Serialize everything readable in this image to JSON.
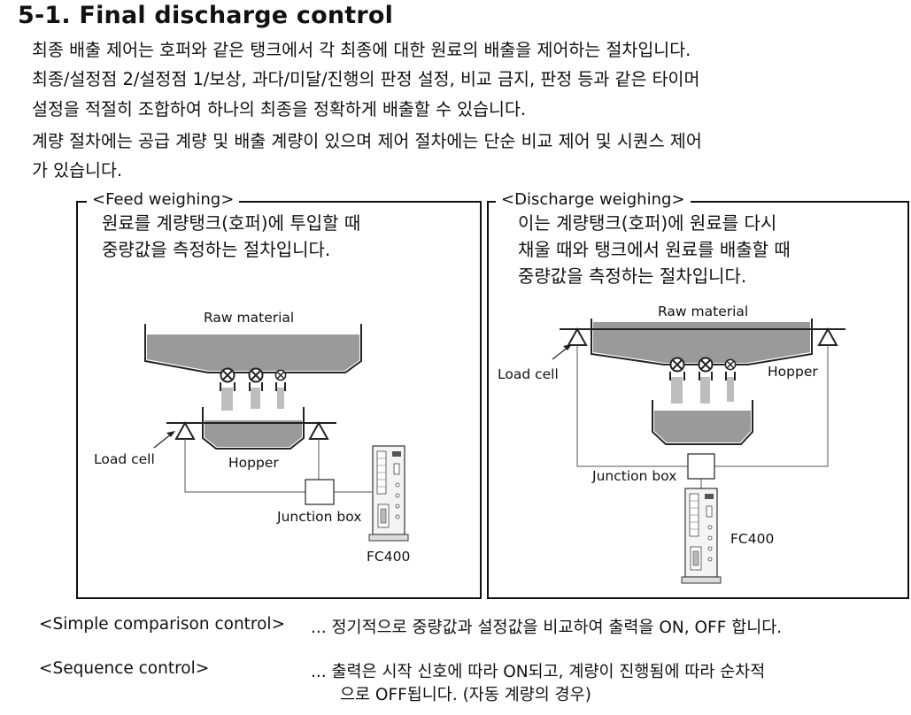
{
  "section_title": "5-1. Final discharge control",
  "intro": [
    "최종 배출 제어는 호퍼와 같은 탱크에서 각 최종에 대한 원료의 배출을 제어하는 절차입니다.",
    "최종/설정점 2/설정점 1/보상, 과다/미달/진행의 판정 설정, 비교 금지, 판정 등과 같은 타이머",
    "설정을 적절히 조합하여 하나의 최종을 정확하게 배출할 수 있습니다.",
    "계량 절차에는 공급 계량 및 배출 계량이 있으며 제어 절차에는 단순 비교 제어 및 시퀀스 제어",
    "가 있습니다."
  ],
  "feed_panel": {
    "legend": "<Feed weighing>",
    "description": [
      "원료를 계량탱크(호퍼)에 투입할 때",
      "중량값을 측정하는 절차입니다."
    ],
    "labels": {
      "raw_material": "Raw material",
      "load_cell": "Load cell",
      "hopper": "Hopper",
      "junction_box": "Junction box",
      "controller": "FC400"
    }
  },
  "discharge_panel": {
    "legend": "<Discharge weighing>",
    "description": [
      "이는 계량탱크(호퍼)에 원료를 다시",
      "채울 때와 탱크에서 원료를 배출할 때",
      "중량값을 측정하는 절차입니다."
    ],
    "labels": {
      "raw_material": "Raw material",
      "load_cell": "Load cell",
      "hopper": "Hopper",
      "junction_box": "Junction box",
      "controller": "FC400"
    }
  },
  "controls": [
    {
      "term": "<Simple comparison control>",
      "desc": [
        "... 정기적으로 중량값과 설정값을 비교하여 출력을 ON, OFF 합니다."
      ]
    },
    {
      "term": "<Sequence control>",
      "desc": [
        "... 출력은 시작 신호에 따라 ON되고, 계량이 진행됨에 따라 순차적",
        "으로 OFF됩니다. (자동 계량의 경우)"
      ]
    }
  ],
  "colors": {
    "material": "#9a9a9a",
    "stream": "#bdbdbd",
    "line": "#222222"
  }
}
